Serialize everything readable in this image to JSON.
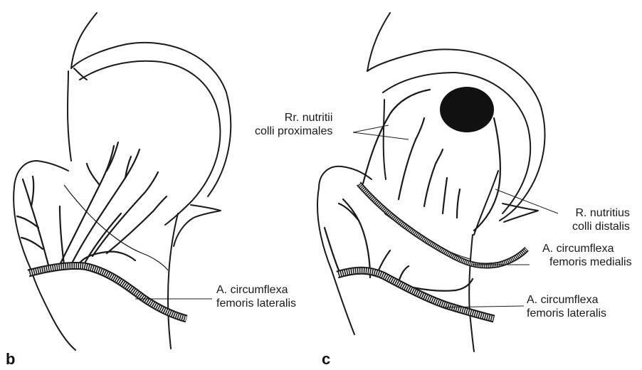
{
  "panels": {
    "b": {
      "letter": "b"
    },
    "c": {
      "letter": "c"
    }
  },
  "labels": {
    "b_circumflexa_lateralis": {
      "line1": "A. circumflexa",
      "line2": "femoris lateralis"
    },
    "c_nutritii_proximales": {
      "line1": "Rr. nutritii",
      "line2": "colli proximales"
    },
    "c_nutritius_distalis": {
      "line1": "R. nutritius",
      "line2": "colli distalis"
    },
    "c_circumflexa_medialis": {
      "line1": "A. circumflexa",
      "line2": "femoris medialis"
    },
    "c_circumflexa_lateralis": {
      "line1": "A. circumflexa",
      "line2": "femoris lateralis"
    }
  }
}
